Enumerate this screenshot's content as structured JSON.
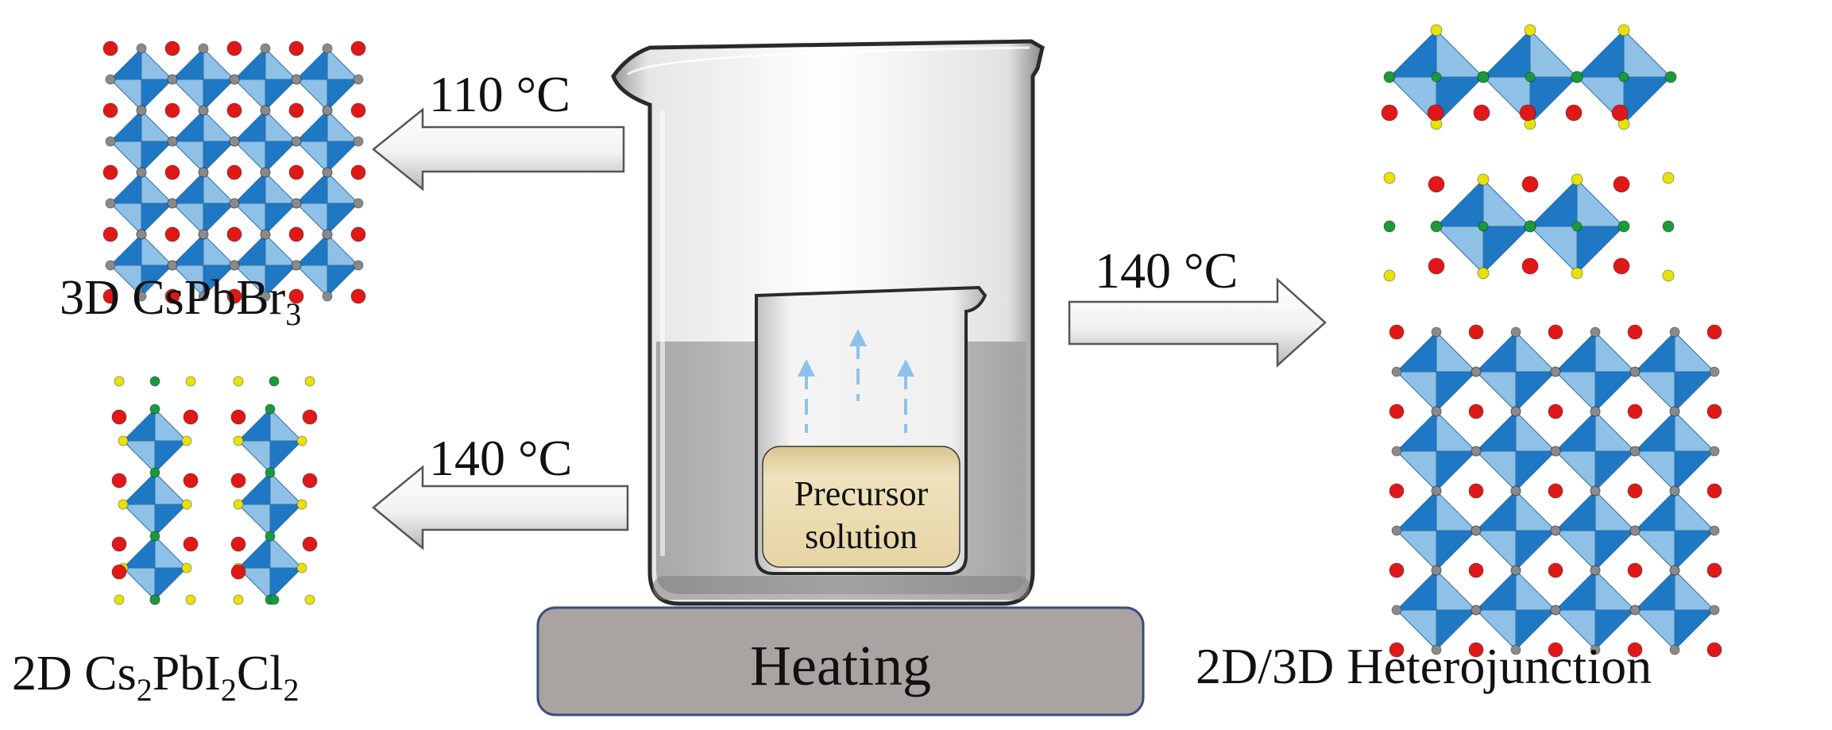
{
  "labels": {
    "left_top_temp": "110 °C",
    "left_bottom_temp": "140 °C",
    "right_temp": "140 °C",
    "cspbbr3_prefix": "3D CsPbBr",
    "cspbbr3_sub": "3",
    "cs2pbi2cl2_a": "2D Cs",
    "cs2pbi2cl2_sub1": "2",
    "cs2pbi2cl2_b": "PbI",
    "cs2pbi2cl2_sub2": "2",
    "cs2pbi2cl2_c": "Cl",
    "cs2pbi2cl2_sub3": "2",
    "heterojunction": "2D/3D Heterojunction",
    "heating": "Heating",
    "precursor_line1": "Precursor",
    "precursor_line2": "solution"
  },
  "colors": {
    "octahedron_dark": "#1f78c4",
    "octahedron_light": "#8fc0e6",
    "cs_atom": "#e01818",
    "halide_gray": "#8a8a8a",
    "halide_green": "#1a9a3a",
    "halide_yellow": "#e8e20a",
    "heating_plate": "#a9a4a2",
    "heating_border": "#3a4f79",
    "precursor_fill": "#e8d6a6",
    "vapor_arrow": "#8cc2ec"
  }
}
